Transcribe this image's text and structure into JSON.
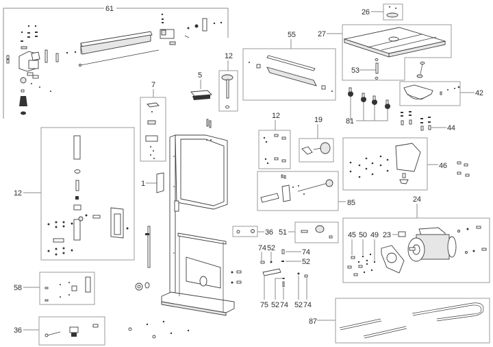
{
  "diagram": {
    "title": "Bandsaw exploded parts diagram",
    "labels": {
      "fence_assembly": "61",
      "table_insert": "26",
      "table": "27",
      "rip_fence_rail": "55",
      "table_pin": "53",
      "knob_12_top": "12",
      "foot_5": "5",
      "bracket_7": "7",
      "trunnion": "42",
      "knobs_81": "81",
      "bolts_44": "44",
      "guide_12_left": "12",
      "label_1": "1",
      "hardware_12_mid": "12",
      "tension_19": "19",
      "dust_port": "46",
      "tension_shaft": "85",
      "motor_group": "24",
      "pulley_36": "36",
      "switch_51": "51",
      "motor_bolt_45": "45",
      "washer_50": "50",
      "nut_49": "49",
      "key_23": "23",
      "screw_74_a": "74",
      "washer_52_a": "52",
      "screw_74_b": "74",
      "washer_52_b": "52",
      "shaft_75": "75",
      "washer_52_c": "52",
      "screw_74_c": "74",
      "washer_52_d": "52",
      "screw_74_d": "74",
      "bracket_58": "58",
      "door_latch_36": "36",
      "stand_legs": "87"
    }
  }
}
